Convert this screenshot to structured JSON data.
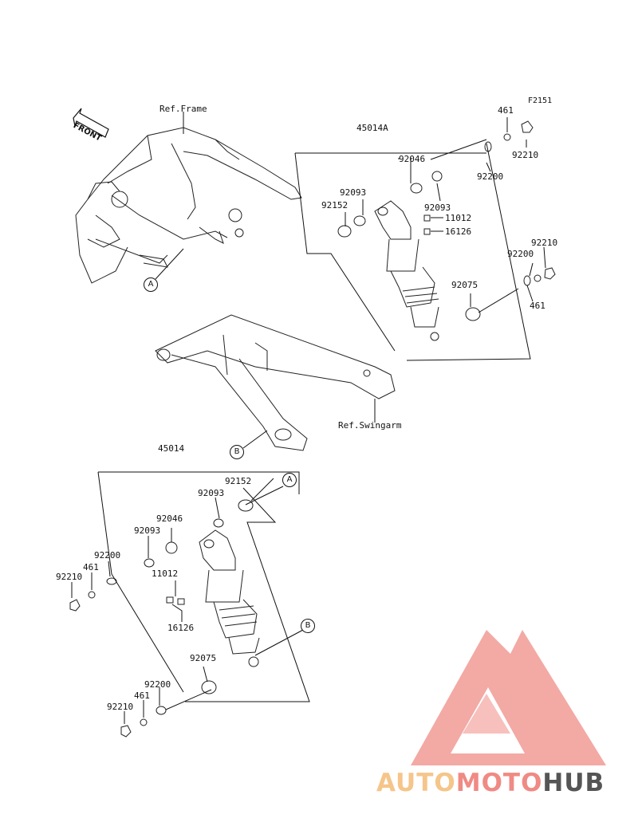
{
  "figure_code": "F2151",
  "refs": {
    "frame": "Ref.Frame",
    "swingarm": "Ref.Swingarm"
  },
  "front_label": "FRONT",
  "assembly_upper": {
    "code": "45014A",
    "parts": [
      "461",
      "92210",
      "92200",
      "92046",
      "92093",
      "92152",
      "92093",
      "11012",
      "16126",
      "92210",
      "92200",
      "92075",
      "461"
    ]
  },
  "assembly_lower": {
    "code": "45014",
    "parts": [
      "92152",
      "92093",
      "92046",
      "92093",
      "92200",
      "461",
      "92210",
      "11012",
      "16126",
      "92075",
      "92200",
      "461",
      "92210"
    ]
  },
  "callouts": [
    "A",
    "B",
    "B",
    "A",
    "B"
  ],
  "watermark": {
    "part1": "AUTO",
    "part2": "MOTO",
    "part3": "HUB",
    "colors": {
      "auto": "#f5c58a",
      "moto": "#f08a84",
      "hub": "#555555",
      "logo": "#f29b95"
    }
  }
}
